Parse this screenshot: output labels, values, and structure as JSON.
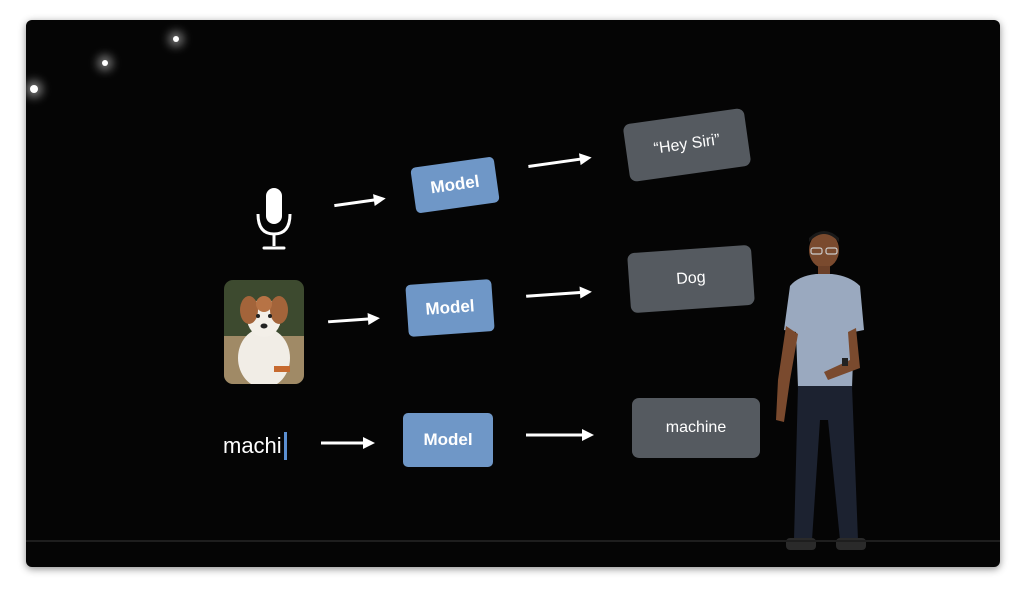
{
  "slide": {
    "rows": [
      {
        "input": "microphone",
        "model_label": "Model",
        "output": "“Hey Siri”"
      },
      {
        "input": "dog-photo",
        "model_label": "Model",
        "output": "Dog"
      },
      {
        "input": "typed-text",
        "typed_text": "machi",
        "model_label": "Model",
        "output": "machine"
      }
    ]
  },
  "colors": {
    "background": "#050505",
    "model_box": "#6f97c7",
    "output_box": "#555a60",
    "cursor": "#5b8fd1"
  }
}
